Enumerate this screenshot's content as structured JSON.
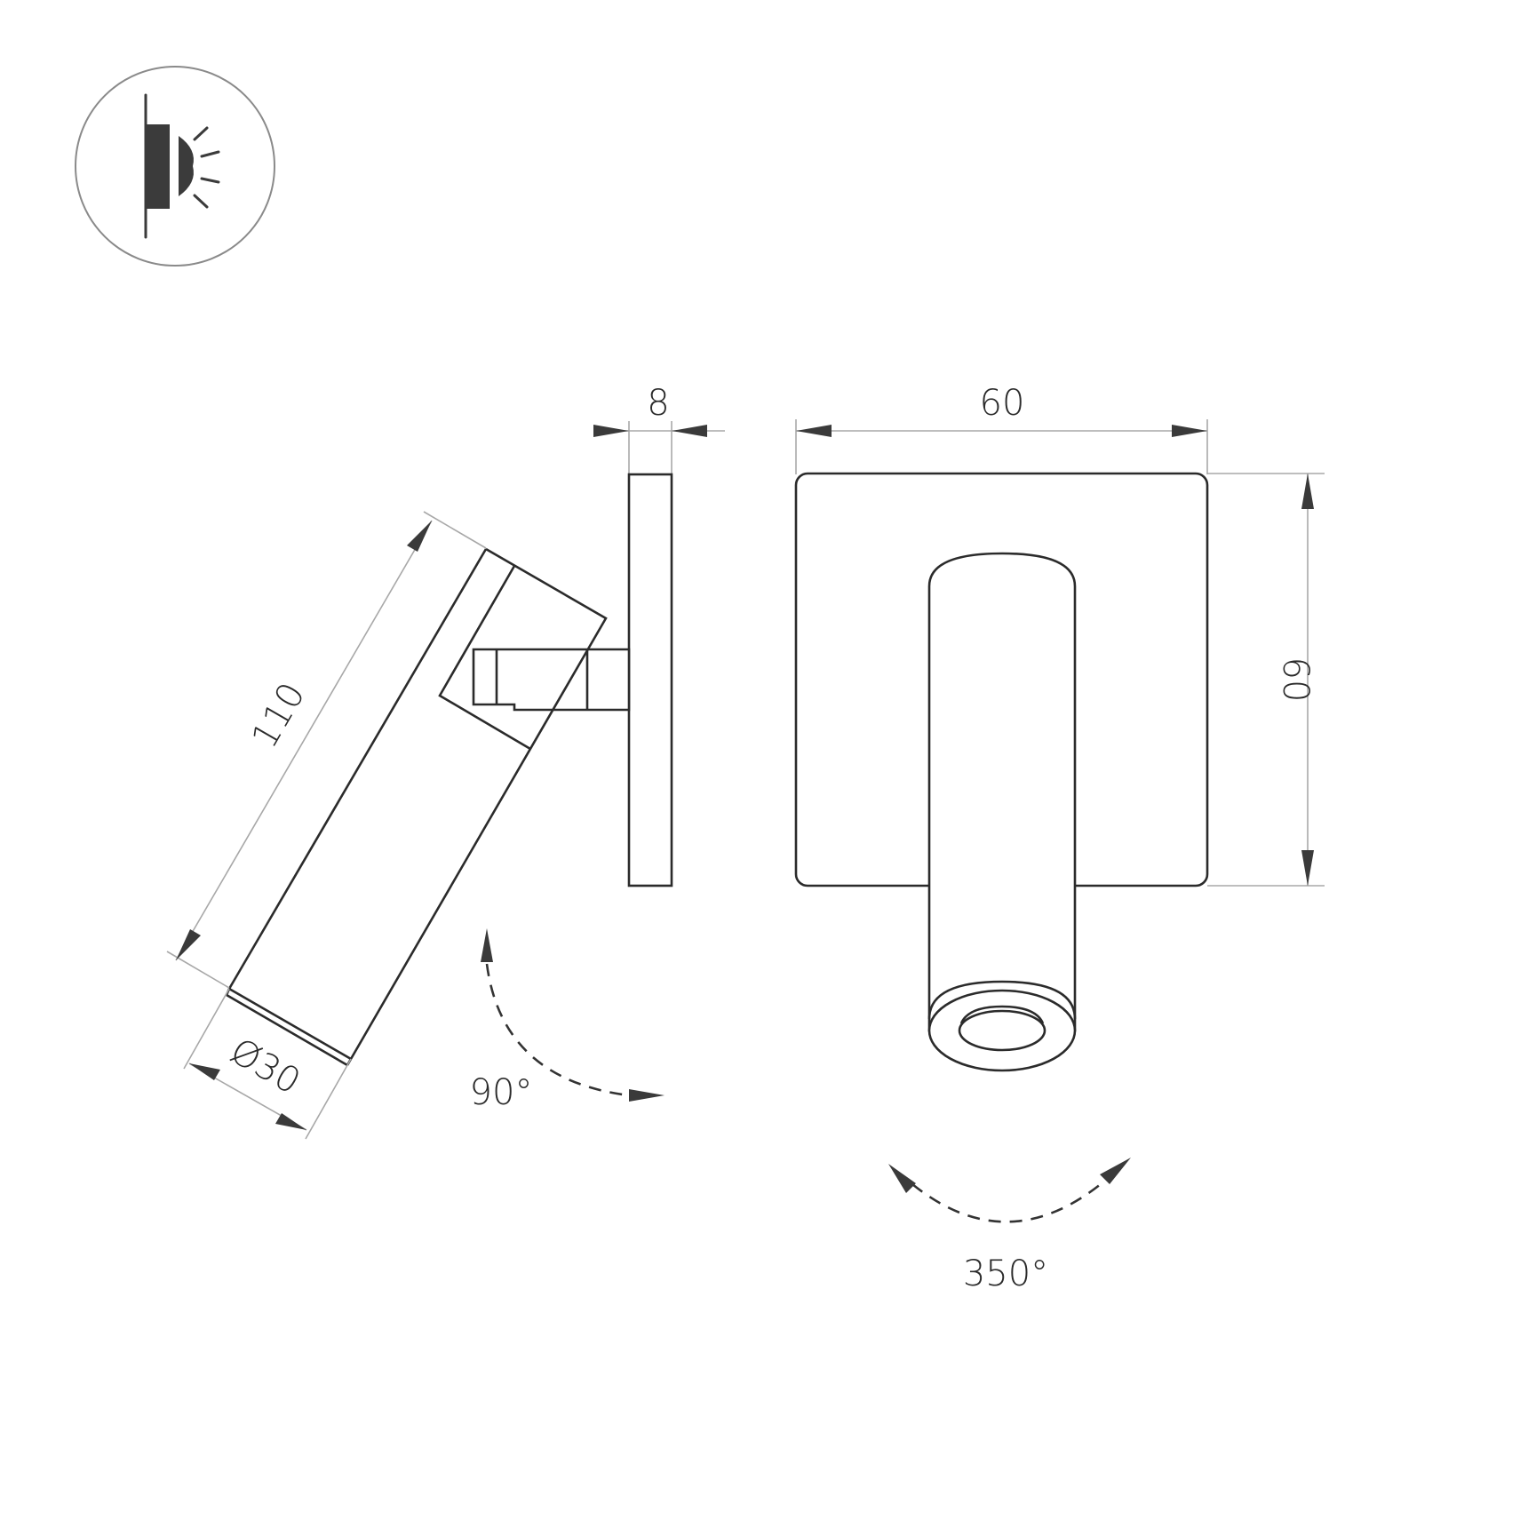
{
  "icon": {
    "name": "wall-light-icon",
    "description": "Wall mounted spot light emitting light"
  },
  "side_view": {
    "plate_thickness_label": "8",
    "length_label": "110",
    "diameter_label": "Ø30",
    "tilt_angle_label": "90°"
  },
  "front_view": {
    "width_label": "60",
    "height_label": "60",
    "rotation_angle_label": "350°"
  },
  "colors": {
    "line": "#2b2b2b",
    "dimension_line": "#a8a8a8",
    "arrow": "#3a3a3a",
    "background": "#ffffff"
  }
}
